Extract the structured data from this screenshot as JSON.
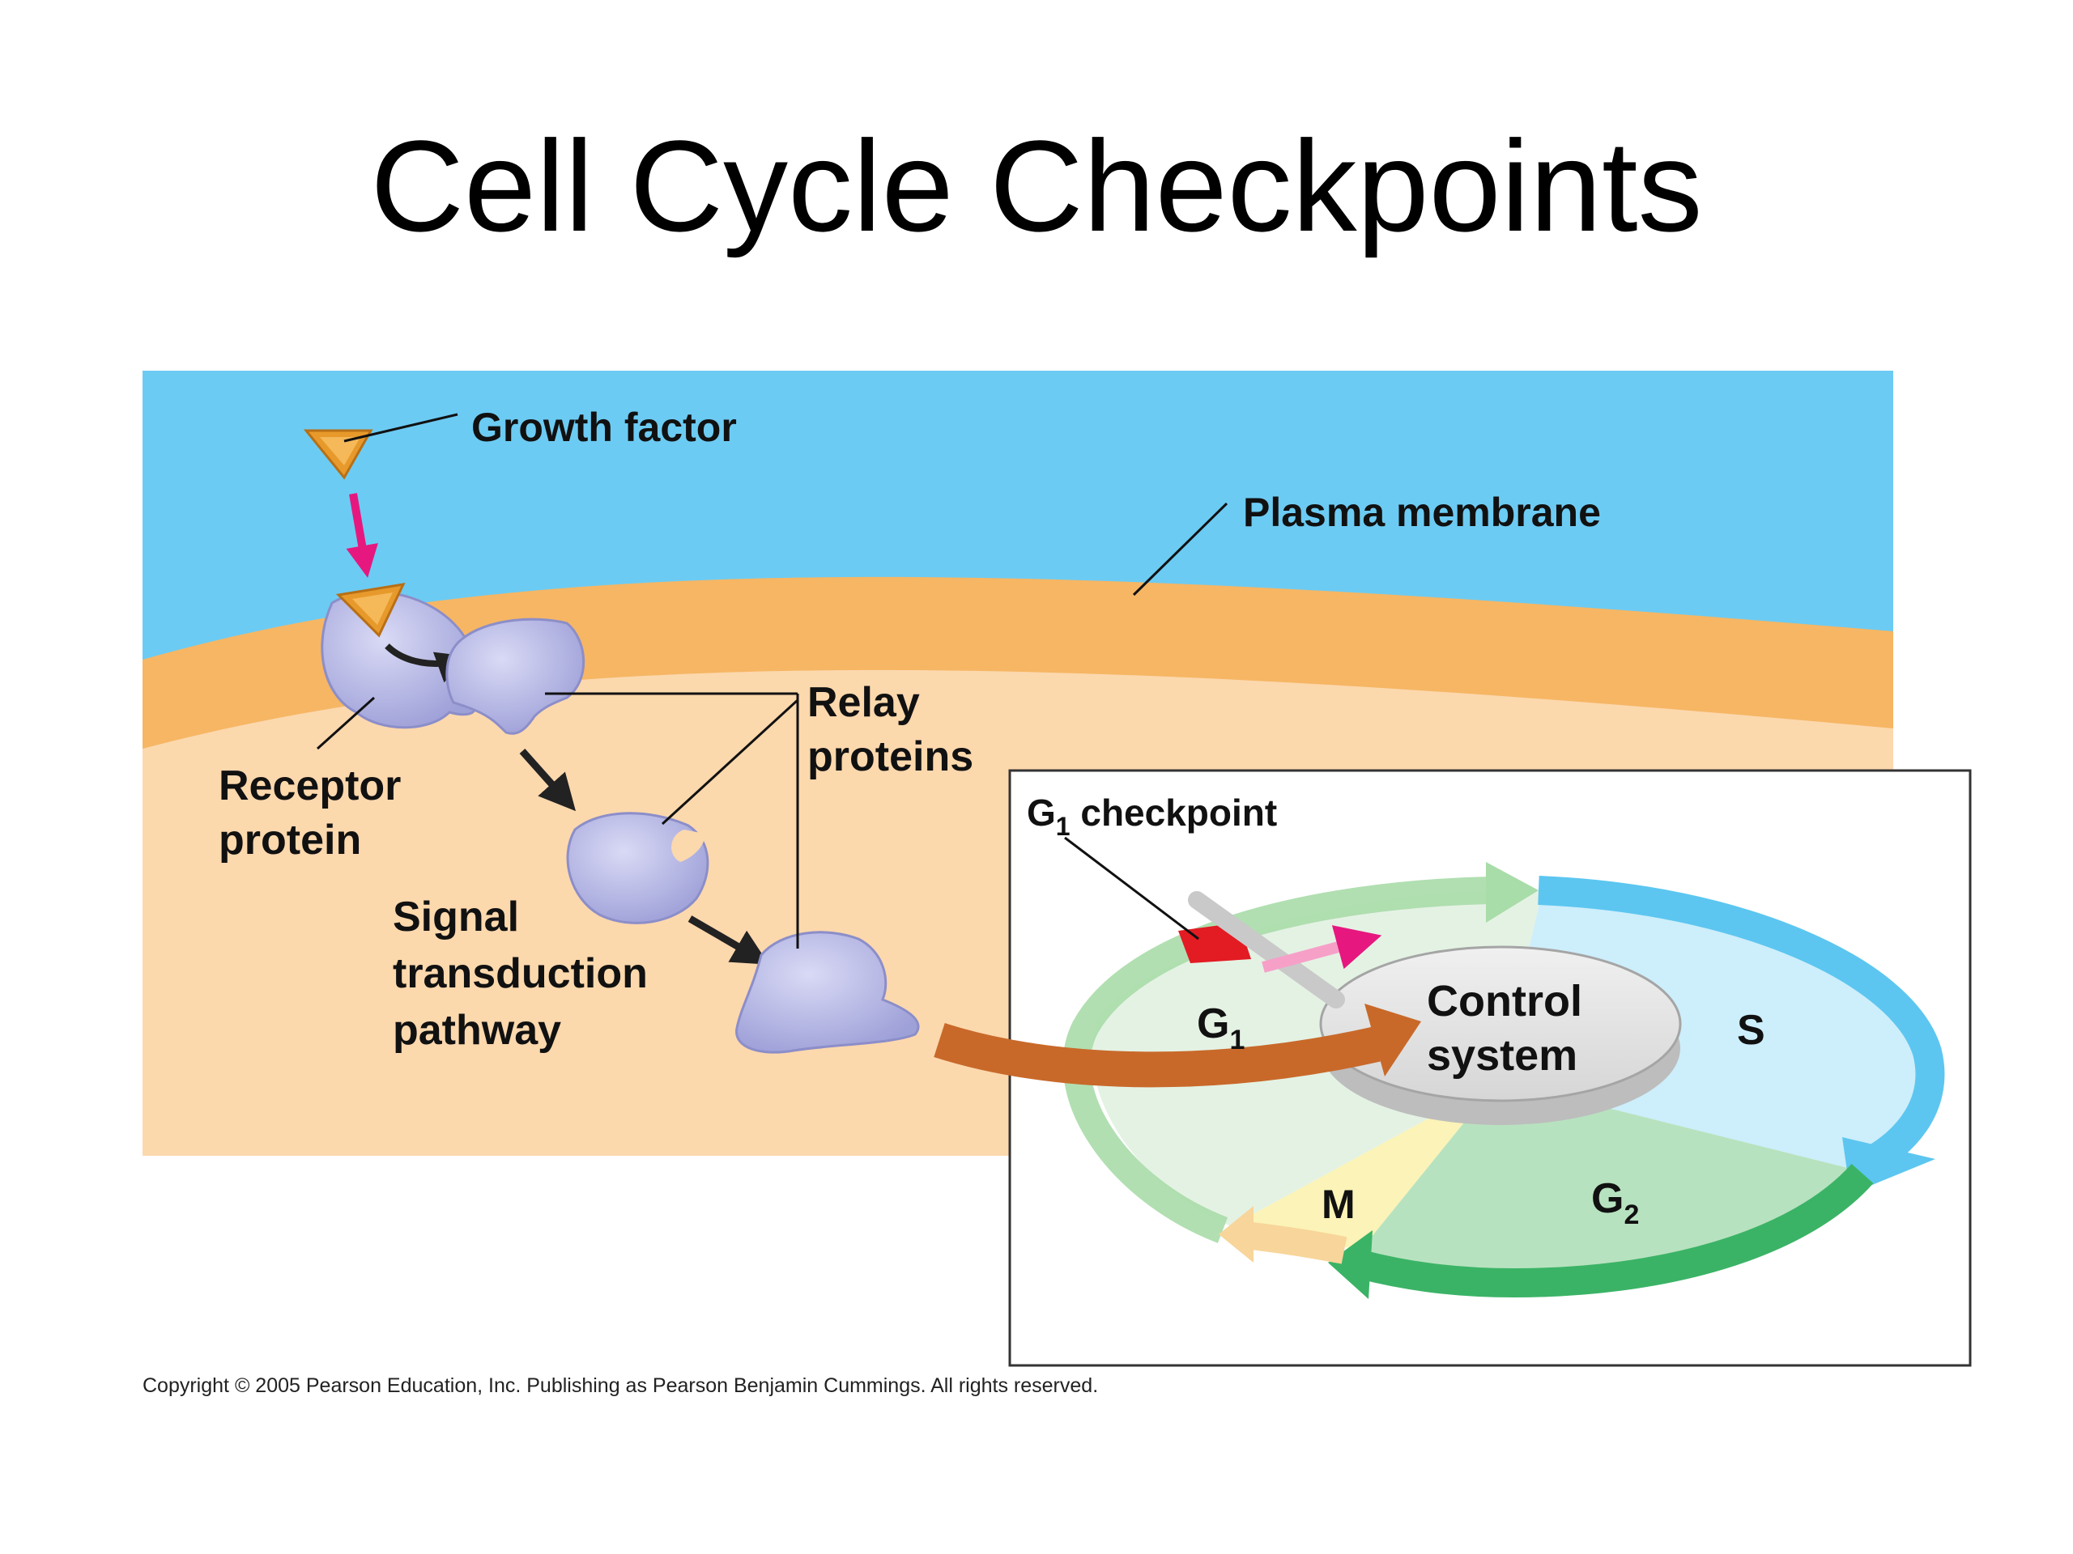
{
  "title": "Cell Cycle Checkpoints",
  "labels": {
    "growth_factor": "Growth factor",
    "plasma_membrane": "Plasma membrane",
    "relay_1": "Relay",
    "relay_2": "proteins",
    "receptor_1": "Receptor",
    "receptor_2": "protein",
    "signal_1": "Signal",
    "signal_2": "transduction",
    "signal_3": "pathway",
    "checkpoint_base": "G",
    "checkpoint_sub": "1",
    "checkpoint_rest": " checkpoint",
    "control_1": "Control",
    "control_2": "system",
    "phase_g1": "G",
    "phase_g1_sub": "1",
    "phase_s": "S",
    "phase_g2": "G",
    "phase_g2_sub": "2",
    "phase_m": "M"
  },
  "copyright": "Copyright © 2005 Pearson Education, Inc. Publishing as Pearson Benjamin Cummings. All rights reserved.",
  "colors": {
    "extracellular": "#6ccbf3",
    "membrane": "#f6b664",
    "cytoplasm": "#fcd8ad",
    "protein": "#b7b9e6",
    "growth_factor": "#e79a2b",
    "signal_arrow": "#e6187f",
    "big_arrow": "#c8692a",
    "checkpoint": "#e31b23"
  }
}
